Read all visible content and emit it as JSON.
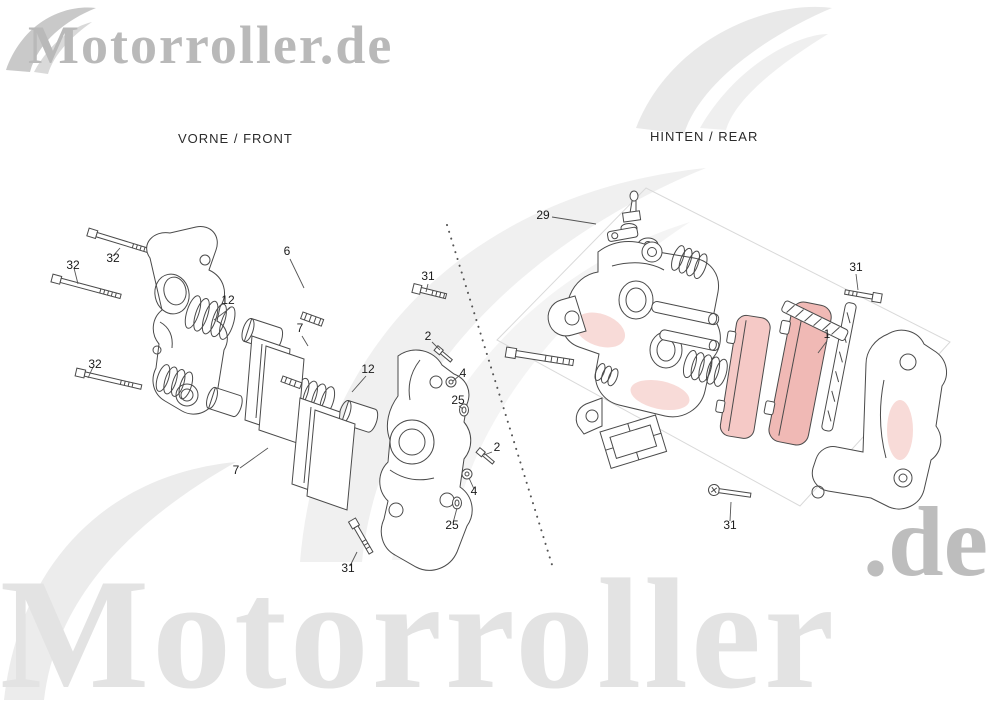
{
  "watermarks": {
    "top_logo_text": "Motorroller.de",
    "bottom_text": "Motorroller",
    "bottom_suffix": ".de"
  },
  "sections": {
    "front_label": "VORNE / FRONT",
    "rear_label": "HINTEN / REAR"
  },
  "callouts": [
    {
      "id": "front-axle-bolt-top",
      "label": "32"
    },
    {
      "id": "front-axle-bolt-mid",
      "label": "32"
    },
    {
      "id": "front-axle-bolt-low",
      "label": "32"
    },
    {
      "id": "front-caliper-assembly",
      "label": "6"
    },
    {
      "id": "front-piston-upper",
      "label": "12"
    },
    {
      "id": "front-pad-clip-upper",
      "label": "7"
    },
    {
      "id": "front-piston-lower",
      "label": "12"
    },
    {
      "id": "front-pad-clip-lower",
      "label": "7"
    },
    {
      "id": "front-caliper-bolt-upper",
      "label": "31"
    },
    {
      "id": "front-bleeder-screw-upper",
      "label": "2"
    },
    {
      "id": "front-washer-upper",
      "label": "4"
    },
    {
      "id": "front-cap-upper",
      "label": "25"
    },
    {
      "id": "front-bleeder-screw-lower",
      "label": "2"
    },
    {
      "id": "front-washer-lower",
      "label": "4"
    },
    {
      "id": "front-cap-lower",
      "label": "25"
    },
    {
      "id": "front-caliper-bolt-lower",
      "label": "31"
    },
    {
      "id": "rear-bleeder-valve",
      "label": "29"
    },
    {
      "id": "rear-bracket-bolt-right",
      "label": "31"
    },
    {
      "id": "rear-brake-pads",
      "label": "1"
    },
    {
      "id": "rear-bracket-bolt-bottom",
      "label": "31"
    }
  ],
  "colors": {
    "line": "#4a4a4a",
    "watermark_light": "#e3e3e3",
    "watermark_mid": "#bdbdbd",
    "pad_pink": "#f5c9c6",
    "pad_pink_dark": "#f0b9b5"
  }
}
